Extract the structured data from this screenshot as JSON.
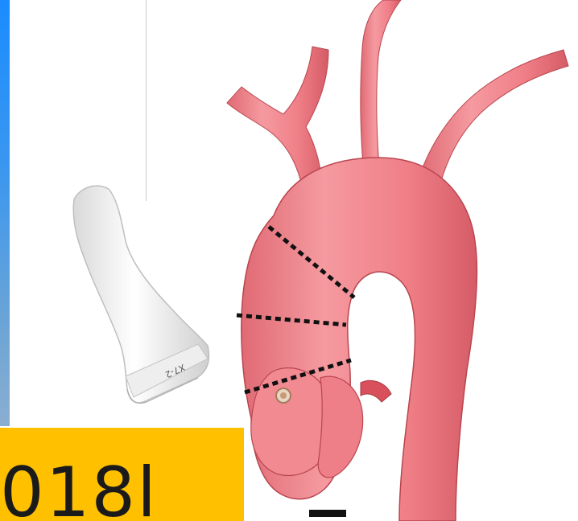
{
  "banner": {
    "text": "018l",
    "color": "#ffc000"
  },
  "probe": {
    "model_label": "X7-2"
  },
  "colors": {
    "aorta": "#f2838a",
    "aorta_shadow": "#c8505a",
    "panel_blue": "#1a8cff"
  },
  "icons": {
    "probe": "ultrasound-probe-icon",
    "aorta": "aorta-illustration"
  }
}
